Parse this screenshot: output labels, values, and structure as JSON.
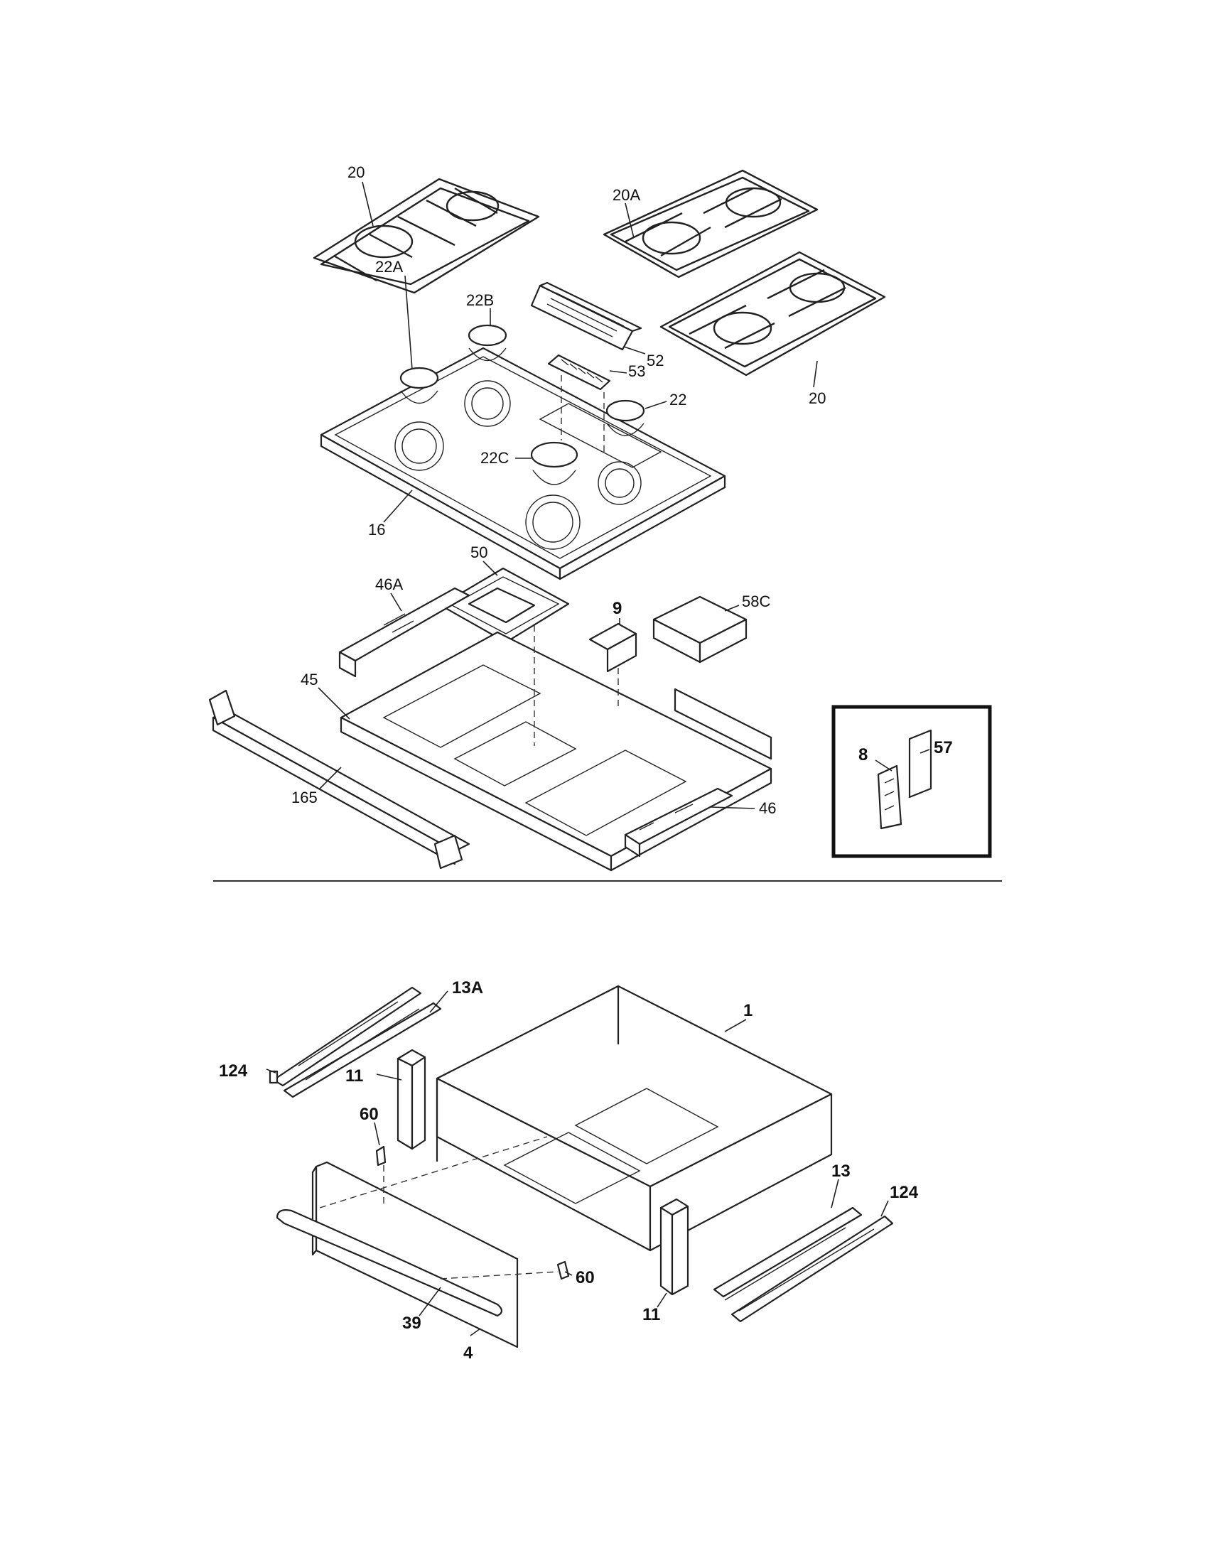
{
  "top_section": {
    "callouts": [
      {
        "id": "20-left",
        "text": "20"
      },
      {
        "id": "20A",
        "text": "20A"
      },
      {
        "id": "22B",
        "text": "22B"
      },
      {
        "id": "22A",
        "text": "22A"
      },
      {
        "id": "52",
        "text": "52"
      },
      {
        "id": "53",
        "text": "53"
      },
      {
        "id": "22",
        "text": "22"
      },
      {
        "id": "20-right",
        "text": "20"
      },
      {
        "id": "22C",
        "text": "22C"
      },
      {
        "id": "16",
        "text": "16"
      },
      {
        "id": "50",
        "text": "50"
      },
      {
        "id": "46A",
        "text": "46A"
      },
      {
        "id": "9",
        "text": "9"
      },
      {
        "id": "58C",
        "text": "58C"
      },
      {
        "id": "45",
        "text": "45"
      },
      {
        "id": "165",
        "text": "165"
      },
      {
        "id": "46",
        "text": "46"
      }
    ],
    "inset": {
      "callouts": [
        {
          "id": "8",
          "text": "8"
        },
        {
          "id": "57",
          "text": "57"
        }
      ]
    }
  },
  "bottom_section": {
    "callouts": [
      {
        "id": "13A",
        "text": "13A"
      },
      {
        "id": "1",
        "text": "1"
      },
      {
        "id": "124-left",
        "text": "124"
      },
      {
        "id": "11-left",
        "text": "11"
      },
      {
        "id": "60-upper",
        "text": "60"
      },
      {
        "id": "13",
        "text": "13"
      },
      {
        "id": "124-right",
        "text": "124"
      },
      {
        "id": "60-lower",
        "text": "60"
      },
      {
        "id": "11-right",
        "text": "11"
      },
      {
        "id": "39",
        "text": "39"
      },
      {
        "id": "4",
        "text": "4"
      }
    ]
  },
  "colors": {
    "line": "#222222",
    "background": "#ffffff"
  }
}
